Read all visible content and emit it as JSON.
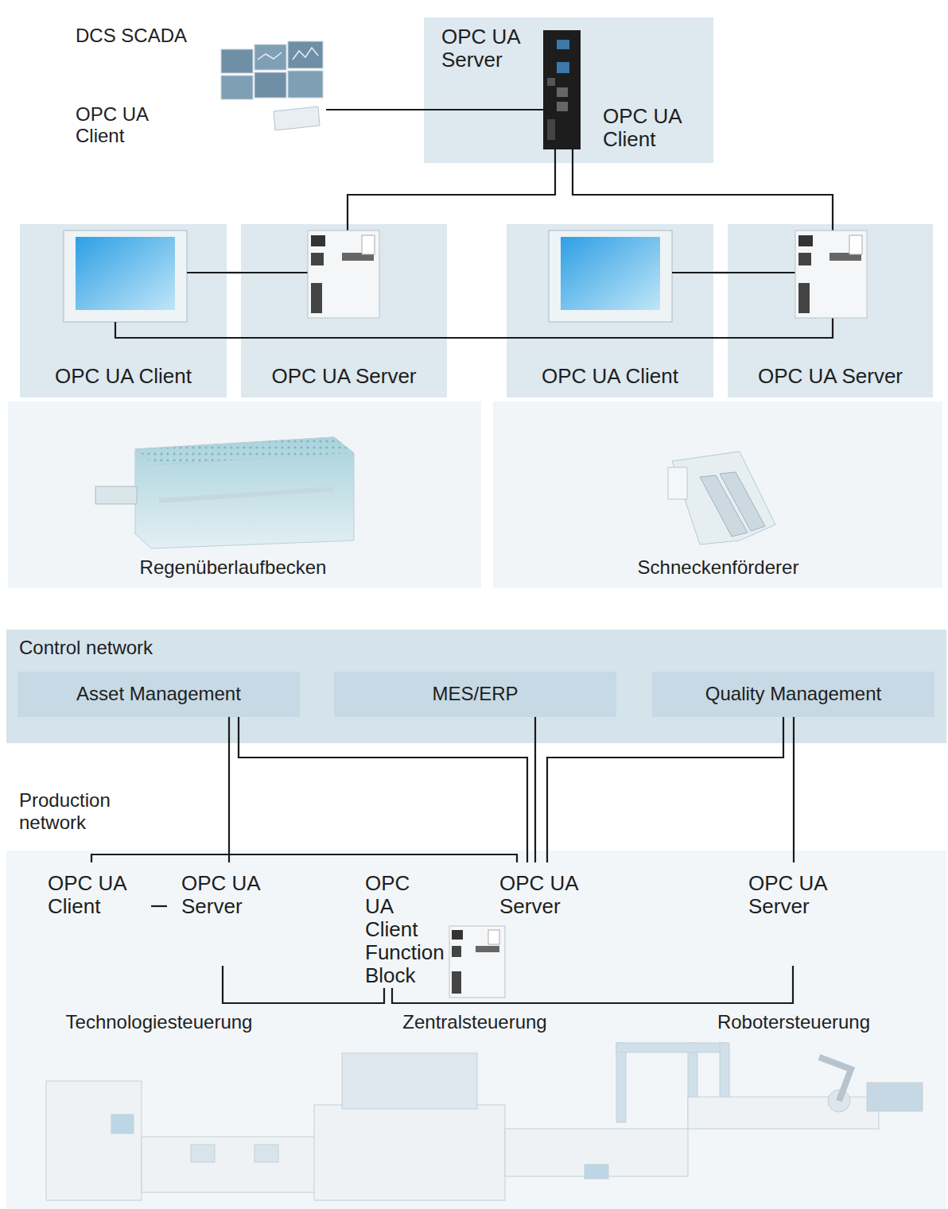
{
  "diagram": {
    "nodes": [
      {
        "text": [
          "DCS SCADA",
          "OPC UA Client"
        ]
      },
      {
        "text": [
          "OPC UA Server",
          "OPC UA Client"
        ]
      },
      {
        "text": [
          "OPC UA Client"
        ]
      },
      {
        "text": [
          "OPC UA Server"
        ]
      },
      {
        "text": [
          "OPC UA Client"
        ]
      },
      {
        "text": [
          "OPC UA Server"
        ]
      },
      {
        "text": [
          "Control network"
        ]
      },
      {
        "text": [
          "Asset Management"
        ],
        "in": 6
      },
      {
        "text": [
          "MES/ERP"
        ],
        "in": 6
      },
      {
        "text": [
          "Quality Management"
        ],
        "in": 6
      },
      {
        "text": [
          "OPC UA Client"
        ]
      },
      {
        "text": [
          "OPC UA Server"
        ]
      },
      {
        "text": [
          "OPC UA Client Function Block"
        ]
      },
      {
        "text": [
          "OPC UA Server"
        ]
      },
      {
        "text": [
          "OPC UA Server"
        ]
      }
    ],
    "edges": [
      {
        "from": 0,
        "to": 1,
        "arrow": "none"
      },
      {
        "from": 1,
        "to": 3,
        "arrow": "none"
      },
      {
        "from": 1,
        "to": 5,
        "arrow": "none"
      },
      {
        "from": 2,
        "to": 3,
        "arrow": "none"
      },
      {
        "from": 4,
        "to": 5,
        "arrow": "none"
      },
      {
        "from": 2,
        "to": 5,
        "arrow": "none"
      },
      {
        "from": 7,
        "to": 11,
        "arrow": "none"
      },
      {
        "from": 7,
        "to": 13,
        "arrow": "none"
      },
      {
        "from": 8,
        "to": 13,
        "arrow": "none"
      },
      {
        "from": 9,
        "to": 13,
        "arrow": "none"
      },
      {
        "from": 9,
        "to": 14,
        "arrow": "none"
      },
      {
        "from": 10,
        "to": 11,
        "arrow": "none"
      },
      {
        "from": 10,
        "to": 13,
        "arrow": "none"
      },
      {
        "from": 11,
        "to": 12,
        "arrow": "none"
      },
      {
        "from": 12,
        "to": 14,
        "arrow": "none"
      }
    ],
    "labels": [
      "Regenüberlaufbecken",
      "Schneckenförderer",
      "Production network",
      "Technologiesteuerung",
      "Zentralsteuerung",
      "Robotersteuerung"
    ]
  }
}
